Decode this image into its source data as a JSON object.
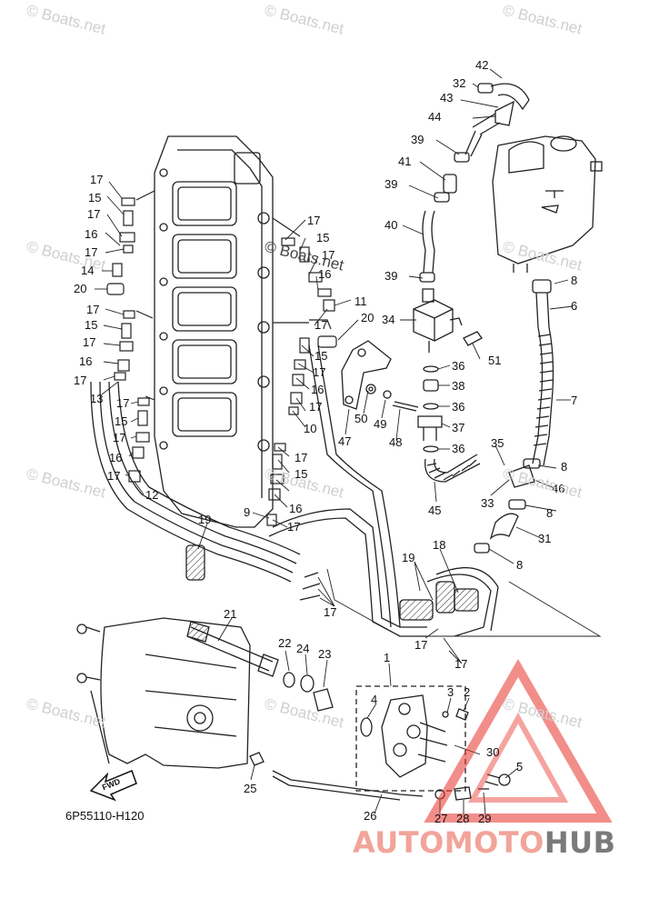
{
  "watermark": "© Boats.net",
  "diagram_code": "6P55110-H120",
  "fwd_label": "FWD",
  "brand": {
    "part1": "AUTOMOTO",
    "part2": "HUB",
    "accent_color": "#e8322a"
  },
  "callouts": [
    {
      "text": "42"
    },
    {
      "text": "32"
    },
    {
      "text": "43"
    },
    {
      "text": "44"
    },
    {
      "text": "39"
    },
    {
      "text": "41"
    },
    {
      "text": "39"
    },
    {
      "text": "40"
    },
    {
      "text": "39"
    },
    {
      "text": "34"
    },
    {
      "text": "51"
    },
    {
      "text": "36"
    },
    {
      "text": "38"
    },
    {
      "text": "36"
    },
    {
      "text": "37"
    },
    {
      "text": "36"
    },
    {
      "text": "50"
    },
    {
      "text": "49"
    },
    {
      "text": "48"
    },
    {
      "text": "47"
    },
    {
      "text": "20"
    },
    {
      "text": "8"
    },
    {
      "text": "6"
    },
    {
      "text": "7"
    },
    {
      "text": "35"
    },
    {
      "text": "8"
    },
    {
      "text": "46"
    },
    {
      "text": "33"
    },
    {
      "text": "45"
    },
    {
      "text": "8"
    },
    {
      "text": "31"
    },
    {
      "text": "8"
    },
    {
      "text": "17"
    },
    {
      "text": "15"
    },
    {
      "text": "17"
    },
    {
      "text": "16"
    },
    {
      "text": "17"
    },
    {
      "text": "14"
    },
    {
      "text": "20"
    },
    {
      "text": "17"
    },
    {
      "text": "15"
    },
    {
      "text": "17"
    },
    {
      "text": "16"
    },
    {
      "text": "17"
    },
    {
      "text": "13"
    },
    {
      "text": "17"
    },
    {
      "text": "15"
    },
    {
      "text": "17"
    },
    {
      "text": "16"
    },
    {
      "text": "17"
    },
    {
      "text": "12"
    },
    {
      "text": "17"
    },
    {
      "text": "15"
    },
    {
      "text": "17"
    },
    {
      "text": "16"
    },
    {
      "text": "11"
    },
    {
      "text": "17"
    },
    {
      "text": "15"
    },
    {
      "text": "17"
    },
    {
      "text": "16"
    },
    {
      "text": "17"
    },
    {
      "text": "10"
    },
    {
      "text": "17"
    },
    {
      "text": "15"
    },
    {
      "text": "16"
    },
    {
      "text": "9"
    },
    {
      "text": "17"
    },
    {
      "text": "19"
    },
    {
      "text": "19"
    },
    {
      "text": "18"
    },
    {
      "text": "17"
    },
    {
      "text": "17"
    },
    {
      "text": "17"
    },
    {
      "text": "21"
    },
    {
      "text": "22"
    },
    {
      "text": "24"
    },
    {
      "text": "23"
    },
    {
      "text": "1"
    },
    {
      "text": "4"
    },
    {
      "text": "3"
    },
    {
      "text": "2"
    },
    {
      "text": "30"
    },
    {
      "text": "5"
    },
    {
      "text": "25"
    },
    {
      "text": "26"
    },
    {
      "text": "27"
    },
    {
      "text": "28"
    },
    {
      "text": "29"
    }
  ]
}
